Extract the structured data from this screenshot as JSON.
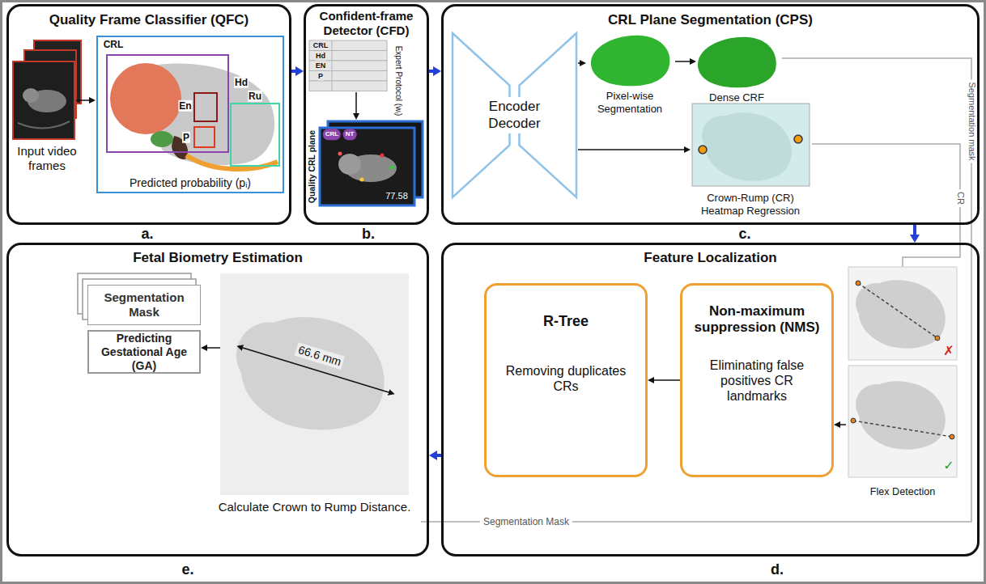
{
  "diagram": {
    "nodes": [
      {
        "text": [
          "Quality Frame Classifier (QFC)"
        ]
      },
      {
        "text": [
          "Confident-frame Detector (CFD)"
        ]
      },
      {
        "text": [
          "CRL Plane Segmentation (CPS)"
        ]
      },
      {
        "text": [
          "Encoder Decoder"
        ],
        "in": 2
      },
      {
        "text": [
          "Feature Localization"
        ]
      },
      {
        "text": [
          "R-Tree",
          "Removing duplicates CRs"
        ],
        "in": 4
      },
      {
        "text": [
          "Non-maximum suppression (NMS)",
          "Eliminating false positives CR landmarks"
        ],
        "in": 4
      },
      {
        "text": [
          "Flex Detection"
        ],
        "in": 4
      },
      {
        "text": [
          "Fetal Biometry Estimation"
        ]
      },
      {
        "text": [
          "Segmentation Mask"
        ],
        "in": 8
      },
      {
        "text": [
          "Predicting Gestational Age (GA)"
        ],
        "in": 8
      },
      {
        "text": [
          "66.6 mm",
          "Calculate Crown to Rump Distance."
        ],
        "in": 8
      }
    ],
    "edges": [
      {
        "from": 0,
        "to": 1,
        "arrow": "to"
      },
      {
        "from": 1,
        "to": 2,
        "arrow": "to"
      },
      {
        "from": 2,
        "to": 4,
        "arrow": "to"
      },
      {
        "from": 4,
        "to": 8,
        "arrow": "to"
      },
      {
        "from": 6,
        "to": 5,
        "arrow": "to"
      },
      {
        "from": 7,
        "to": 6,
        "arrow": "to"
      },
      {
        "from": 11,
        "to": 10,
        "arrow": "to"
      }
    ],
    "labels": [
      "a.",
      "b.",
      "c.",
      "d.",
      "e.",
      "Input video frames",
      "CRL",
      "Hd",
      "En",
      "P",
      "Ru",
      "Predicted probability (pᵢ)",
      "CRL",
      "Hd",
      "EN",
      "P",
      "Expert Protocol (wᵢ)",
      "Quality CRL plane",
      "CRL",
      "NT",
      "77.58",
      "Pixel-wise Segmentation",
      "Dense CRF",
      "Crown-Rump (CR) Heatmap Regression",
      "Segmentation mask",
      "CR",
      "✗",
      "✓",
      "Segmentation Mask"
    ]
  }
}
